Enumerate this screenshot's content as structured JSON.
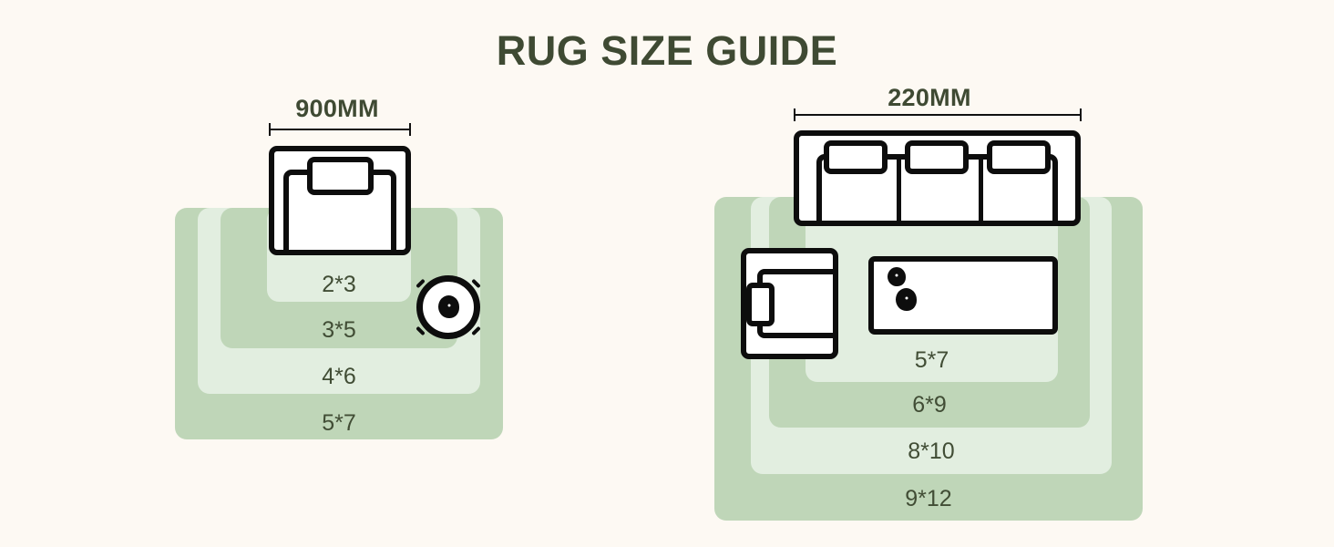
{
  "title": "RUG SIZE GUIDE",
  "theme": {
    "background": "#fdf9f3",
    "text_dark": "#3f4a33",
    "rug_dark": "#bfd6b8",
    "rug_light": "#e2eee0",
    "outline": "#0d0d0d",
    "furniture_fill": "#ffffff"
  },
  "sections": [
    {
      "id": "bedroom",
      "dimension": {
        "label": "900MM",
        "line_name": "dimension-line-bedroom"
      },
      "furniture": [
        {
          "name": "bed-top-view"
        },
        {
          "name": "round-side-table"
        }
      ],
      "rugs": [
        {
          "label": "5*7",
          "tone": "dark"
        },
        {
          "label": "4*6",
          "tone": "light"
        },
        {
          "label": "3*5",
          "tone": "dark"
        },
        {
          "label": "2*3",
          "tone": "light"
        }
      ]
    },
    {
      "id": "living-room",
      "dimension": {
        "label": "220MM",
        "line_name": "dimension-line-living-room"
      },
      "furniture": [
        {
          "name": "sofa-three-seat"
        },
        {
          "name": "armchair-top-view"
        },
        {
          "name": "coffee-table"
        }
      ],
      "rugs": [
        {
          "label": "9*12",
          "tone": "dark"
        },
        {
          "label": "8*10",
          "tone": "light"
        },
        {
          "label": "6*9",
          "tone": "dark"
        },
        {
          "label": "5*7",
          "tone": "light"
        }
      ]
    }
  ]
}
